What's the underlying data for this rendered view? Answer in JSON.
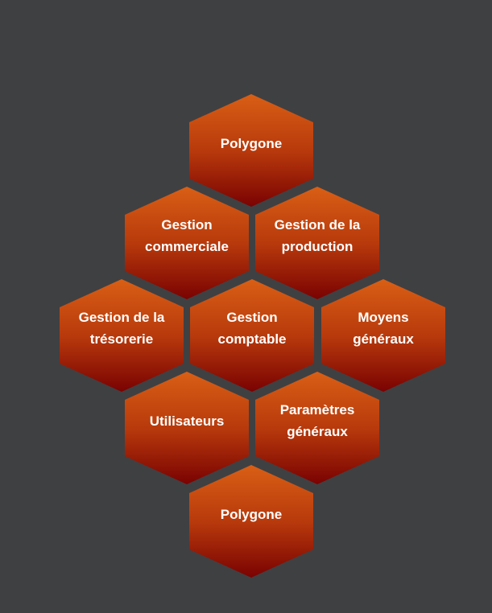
{
  "tiles": {
    "top": "Polygone",
    "commercial": "Gestion\ncommerciale",
    "production": "Gestion de la\nproduction",
    "treasury": "Gestion de la\ntrésorerie",
    "accounting": "Gestion\ncomptable",
    "general_means": "Moyens\ngénéraux",
    "users": "Utilisateurs",
    "settings": "Paramètres\ngénéraux",
    "bottom": "Polygone"
  },
  "colors": {
    "background": "#3f4042",
    "tile_top": "#d95f15",
    "tile_bottom": "#7a0202",
    "text": "#ffffff"
  }
}
